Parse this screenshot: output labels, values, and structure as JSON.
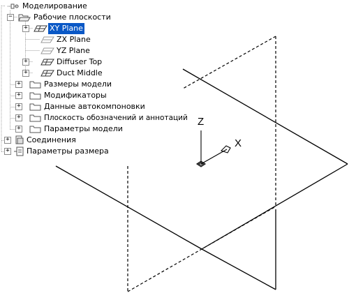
{
  "tree": {
    "root": {
      "label": "Моделирование",
      "icon": "modeling-icon"
    },
    "work_planes": {
      "label": "Рабочие плоскости",
      "icon": "open-folder-icon",
      "items": [
        {
          "label": "XY Plane",
          "selected": true,
          "icon": "plane-icon"
        },
        {
          "label": "ZX Plane",
          "selected": false,
          "icon": "plane-icon"
        },
        {
          "label": "YZ Plane",
          "selected": false,
          "icon": "plane-icon"
        },
        {
          "label": "Diffuser Top",
          "selected": false,
          "icon": "plane-icon"
        },
        {
          "label": "Duct Middle",
          "selected": false,
          "icon": "plane-icon"
        }
      ]
    },
    "folders": [
      {
        "label": "Размеры модели",
        "icon": "folder-icon"
      },
      {
        "label": "Модификаторы",
        "icon": "folder-icon"
      },
      {
        "label": "Данные автокомпоновки",
        "icon": "folder-icon"
      },
      {
        "label": "Плоскость обозначений и аннотаций",
        "icon": "folder-icon"
      },
      {
        "label": "Параметры модели",
        "icon": "folder-icon"
      }
    ],
    "connections": {
      "label": "Соединения",
      "icon": "connections-icon"
    },
    "dimension_params": {
      "label": "Параметры размера",
      "icon": "dimension-params-icon"
    }
  },
  "viewport": {
    "axis_z": "Z",
    "axis_x": "X",
    "line_color": "#000000"
  }
}
